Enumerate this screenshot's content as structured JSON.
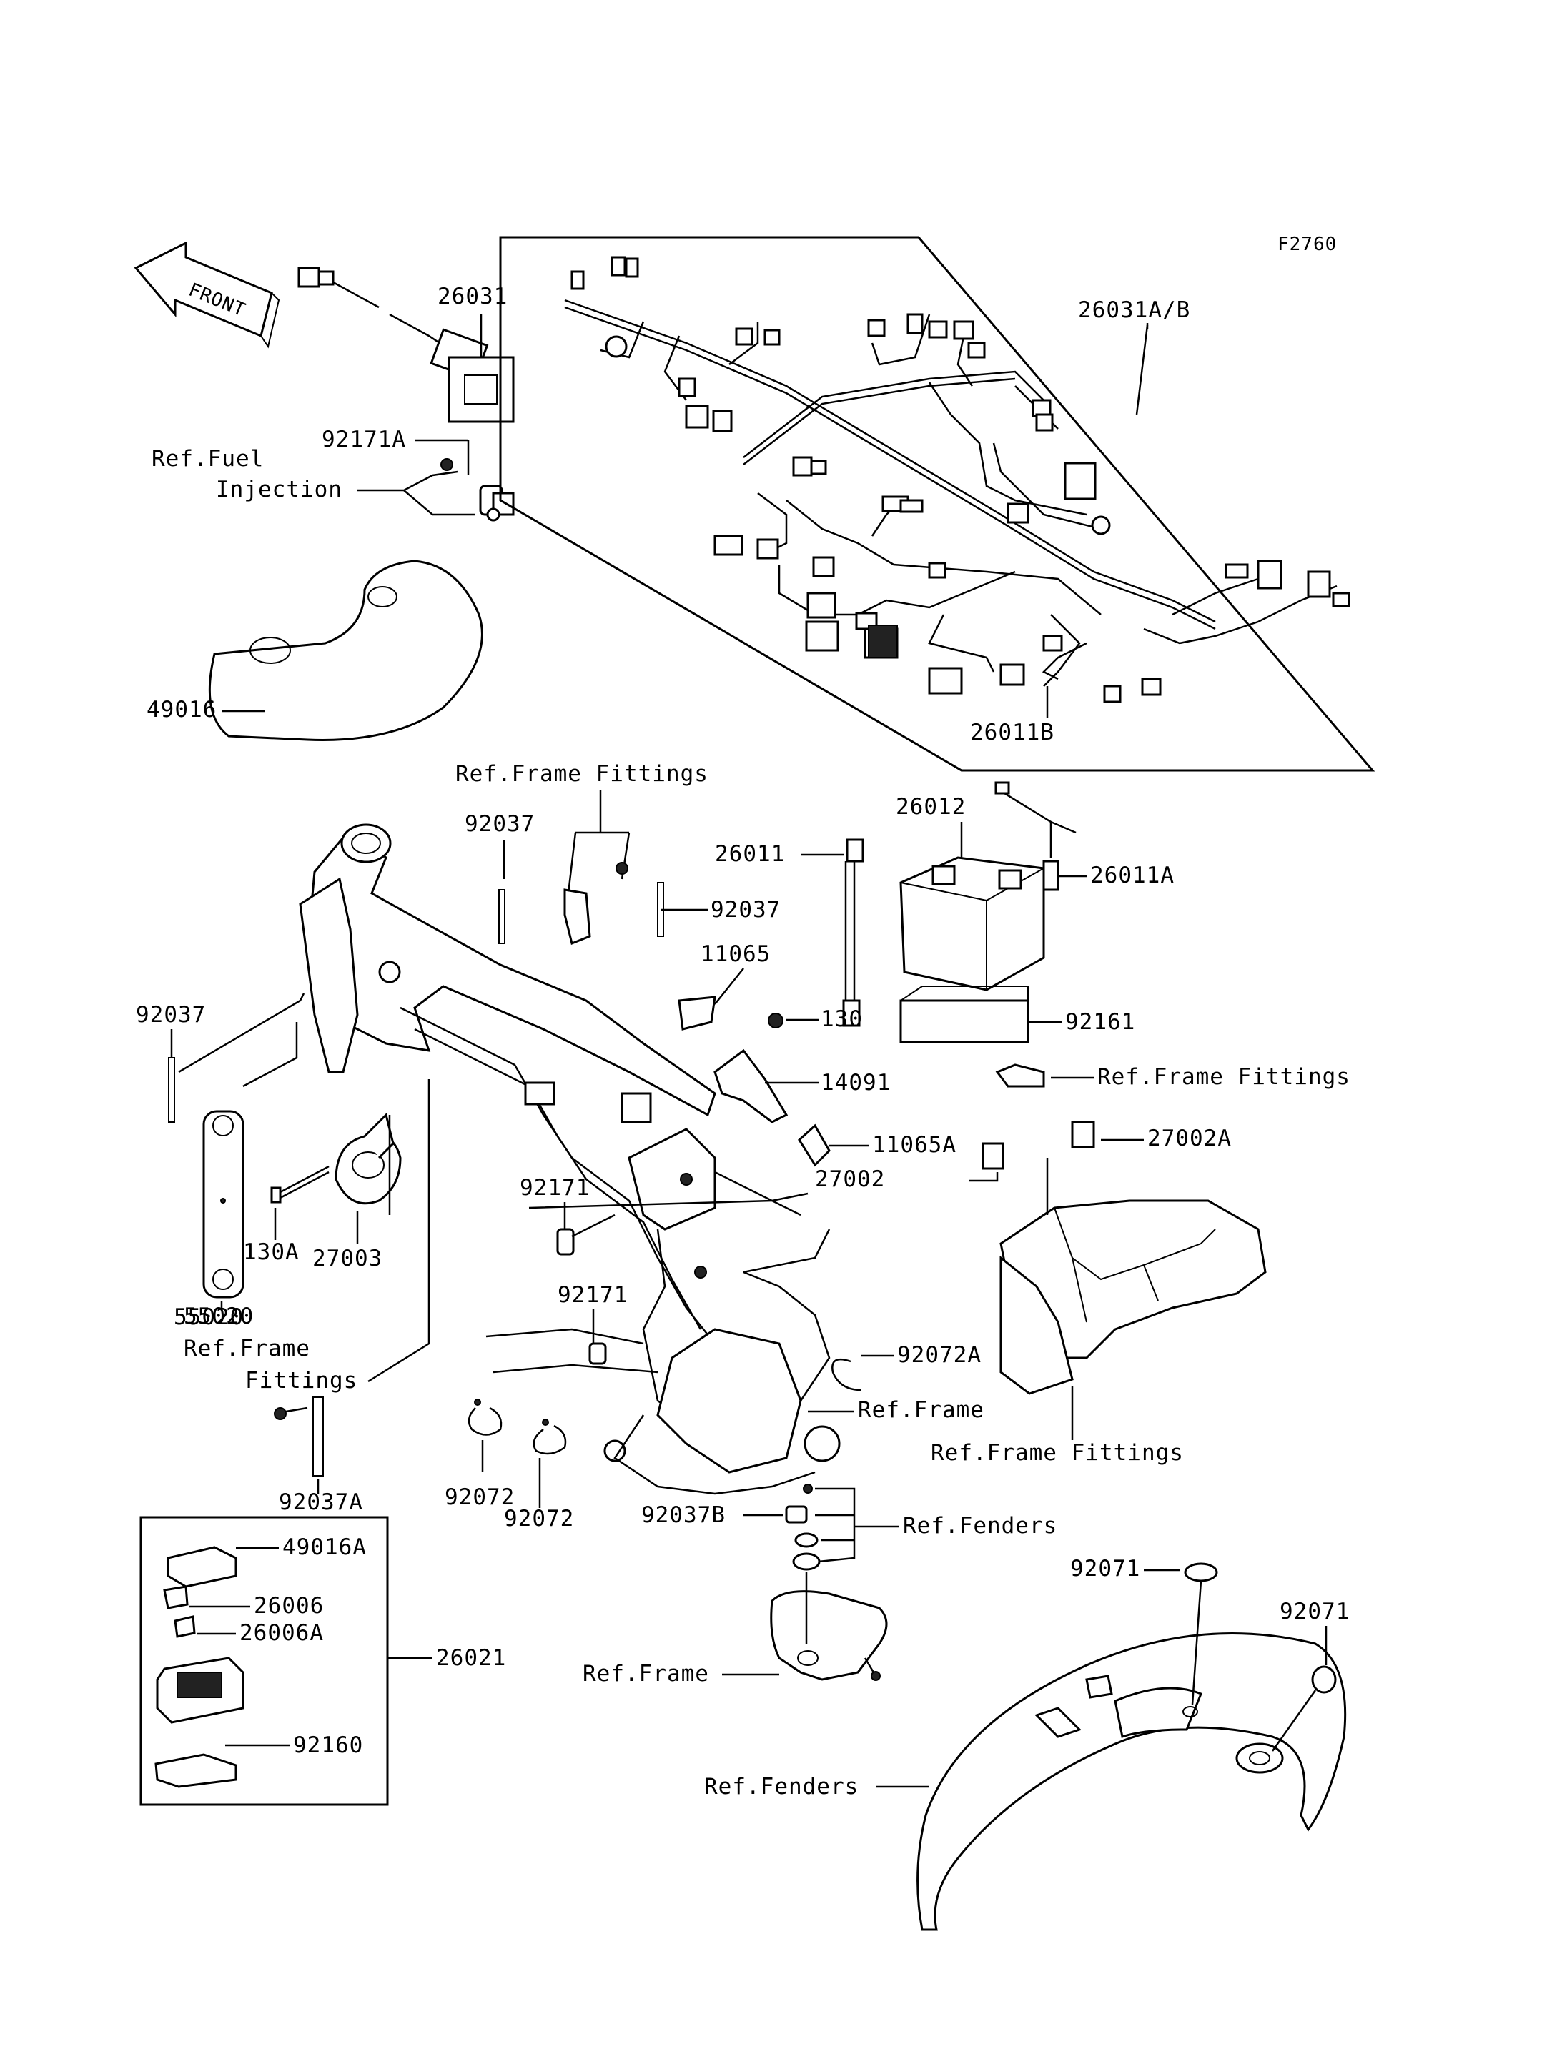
{
  "diagram_code": "F2760",
  "front_indicator": "FRONT",
  "labels": {
    "p26031": "26031",
    "p26031AB": "26031A/B",
    "p92171A": "92171A",
    "ref_fuel_1": "Ref.Fuel",
    "ref_fuel_2": "Injection",
    "p49016": "49016",
    "p26011B": "26011B",
    "ref_frame_fittings_top": "Ref.Frame Fittings",
    "p92037_top": "92037",
    "p92037_right": "92037",
    "p26012": "26012",
    "p26011": "26011",
    "p26011A": "26011A",
    "p11065": "11065",
    "p130": "130",
    "p92161": "92161",
    "p92037_left": "92037",
    "p14091": "14091",
    "ref_frame_fittings_mid": "Ref.Frame Fittings",
    "p11065A": "11065A",
    "p27002A": "27002A",
    "p27002": "27002",
    "p92171_a": "92171",
    "p130A": "130A",
    "p27003": "27003",
    "p55020": "55020",
    "ref_frame_fittings_left_1": "Ref.Frame",
    "ref_frame_fittings_left_2": "Fittings",
    "p92171_b": "92171",
    "p92072A": "92072A",
    "ref_frame": "Ref.Frame",
    "ref_frame_fittings_bottom": "Ref.Frame Fittings",
    "p92037A": "92037A",
    "p92072_a": "92072",
    "p92072_b": "92072",
    "p92037B": "92037B",
    "ref_fenders_top": "Ref.Fenders",
    "p49016A": "49016A",
    "p26006": "26006",
    "p26006A": "26006A",
    "p26021": "26021",
    "p92160": "92160",
    "ref_frame_bottom": "Ref.Frame",
    "p92071_left": "92071",
    "p92071_right": "92071",
    "ref_fenders_bottom": "Ref.Fenders"
  }
}
